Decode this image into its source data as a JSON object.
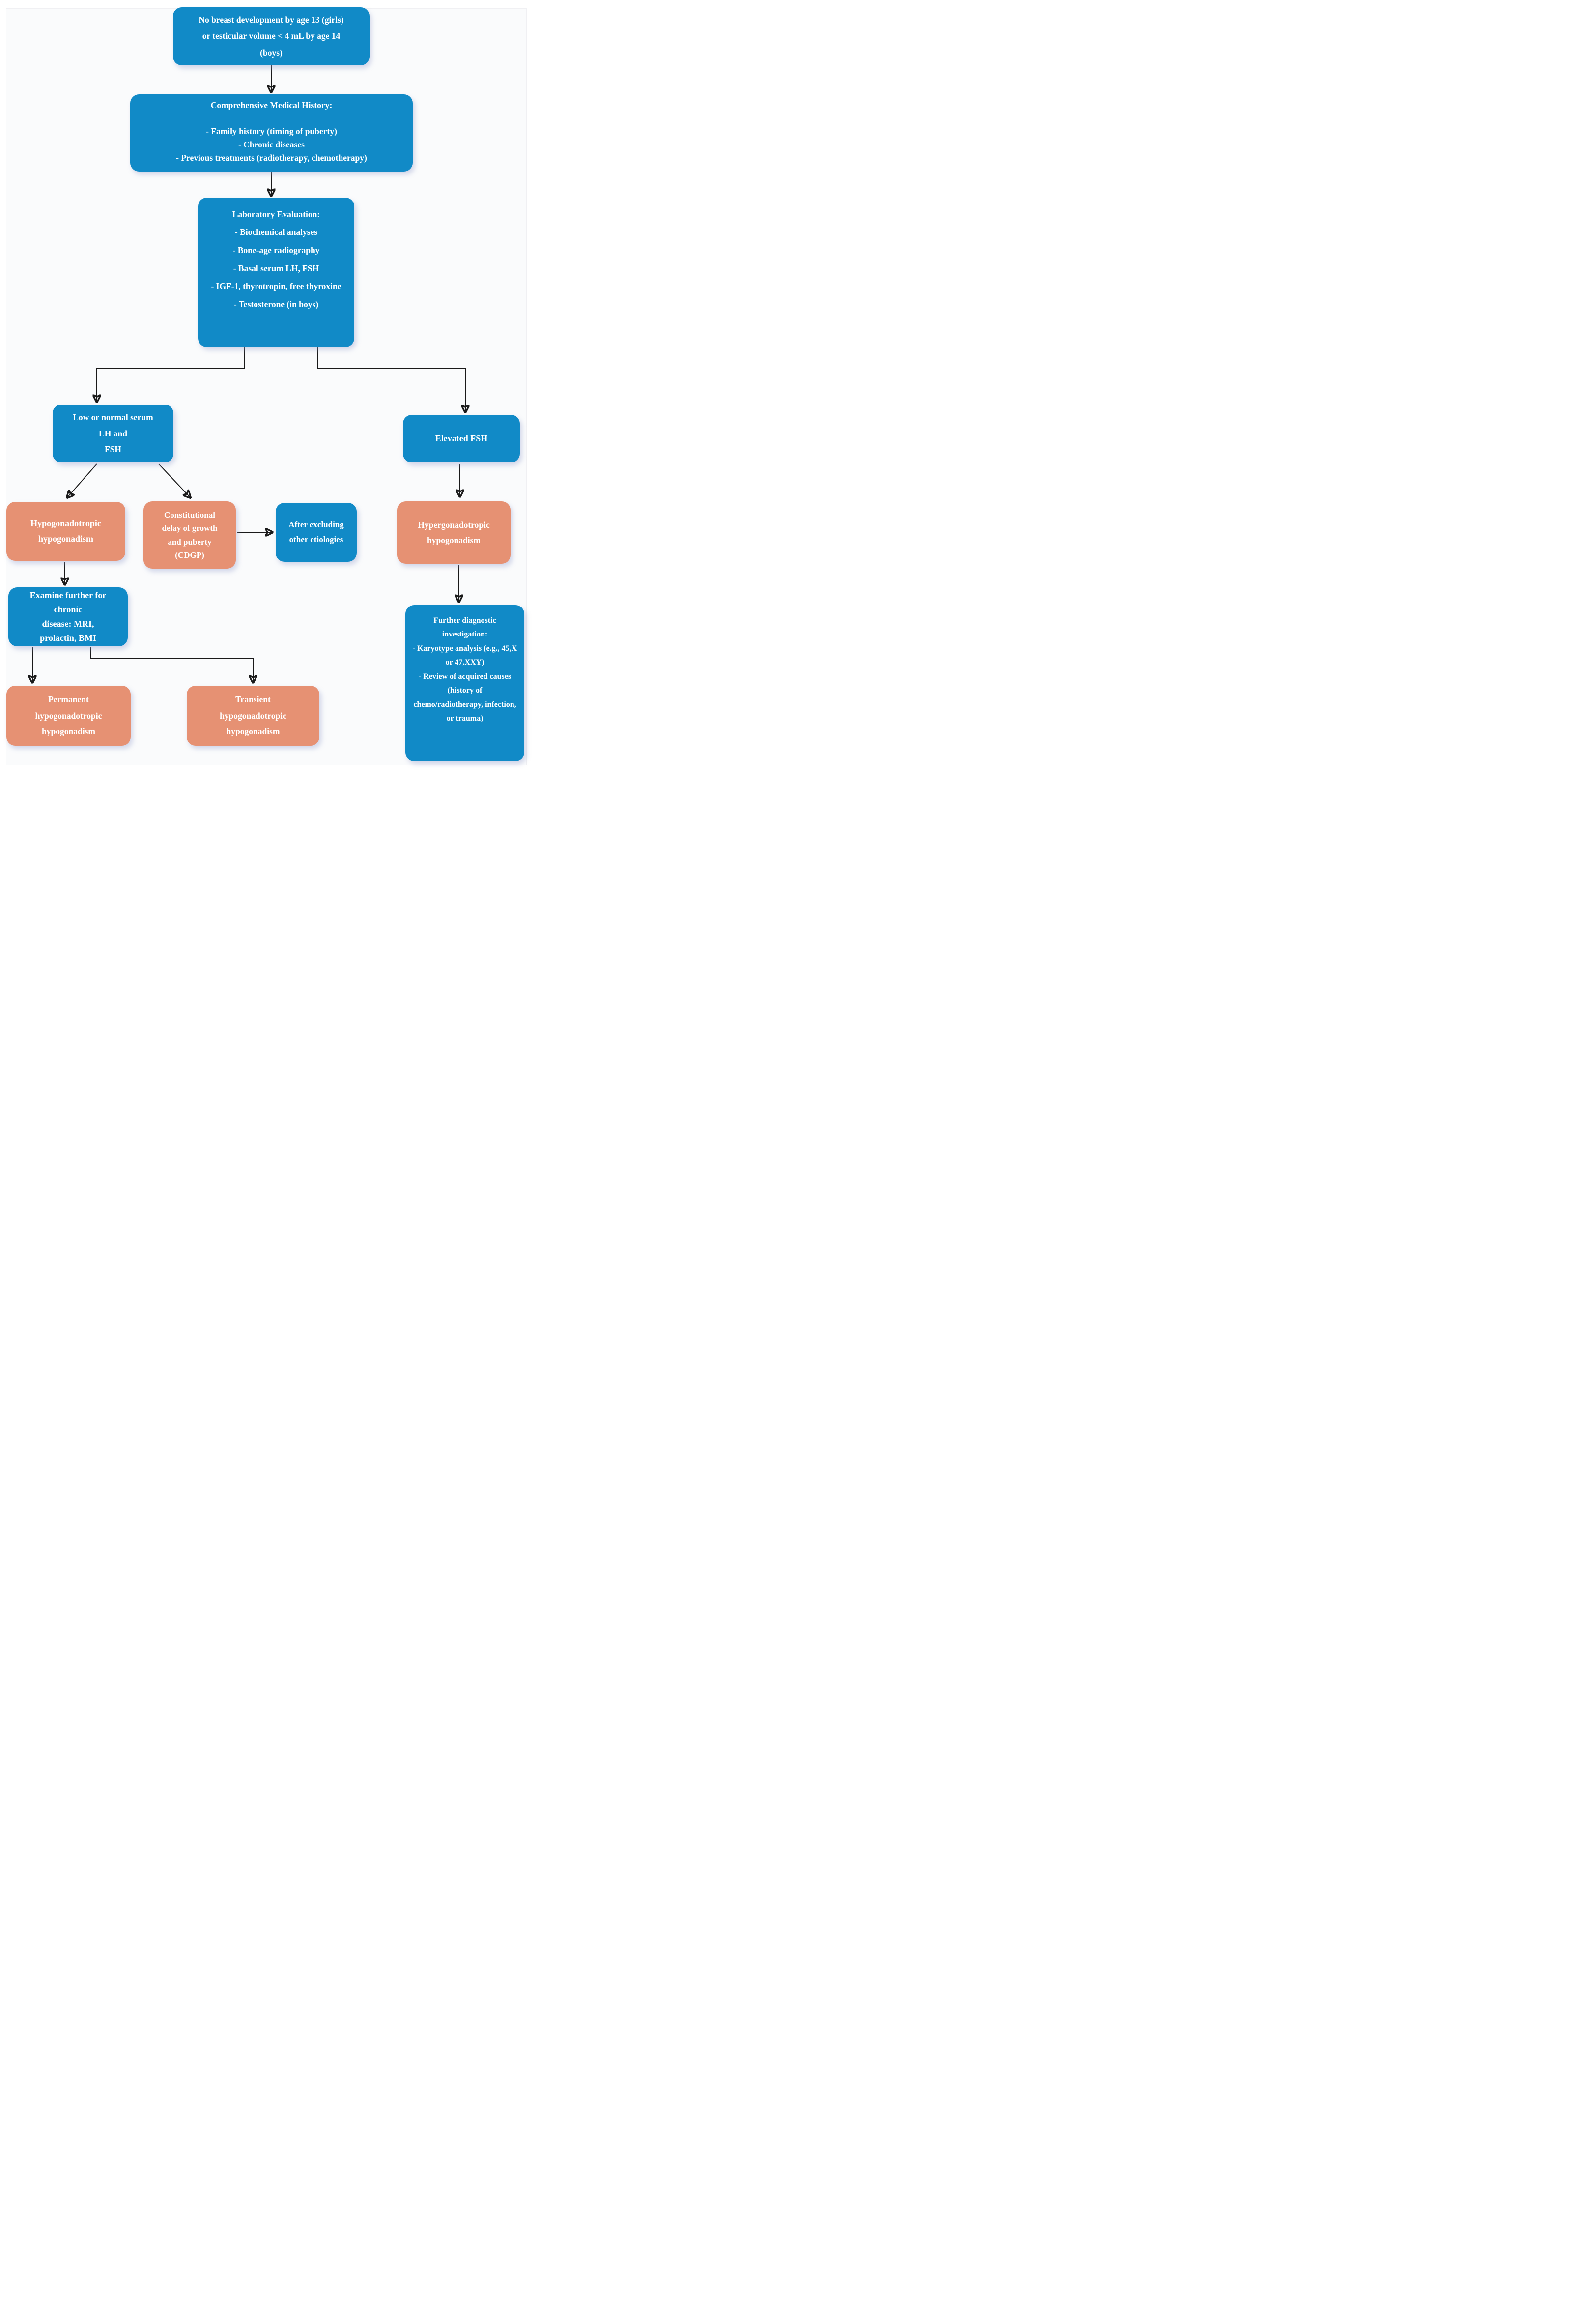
{
  "colors": {
    "node_blue": "#118ac7",
    "node_salmon": "#e69173",
    "arrow_black": "#1a1a1a",
    "text_white": "#ffffff",
    "canvas_background": "#fafbfc"
  },
  "nodes": {
    "onset": {
      "lines": [
        "No breast development by age 13 (girls)",
        "or testicular volume < 4 mL by age 14",
        "(boys)"
      ]
    },
    "history": {
      "title": "Comprehensive Medical History:",
      "items": [
        "- Family history (timing of puberty)",
        "- Chronic diseases",
        "- Previous treatments (radiotherapy, chemotherapy)"
      ]
    },
    "lab": {
      "title": "Laboratory Evaluation:",
      "items": [
        "- Biochemical analyses",
        "- Bone-age radiography",
        "- Basal serum LH, FSH",
        "- IGF-1, thyrotropin, free thyroxine",
        "- Testosterone (in boys)"
      ]
    },
    "low_normal_lh_fsh": {
      "lines": [
        "Low or normal serum",
        "LH and",
        "FSH"
      ]
    },
    "elevated_fsh": {
      "lines": [
        "Elevated FSH"
      ]
    },
    "hypogonadotropic": {
      "lines": [
        "Hypogonadotropic",
        "hypogonadism"
      ]
    },
    "cdgp": {
      "lines": [
        "Constitutional",
        "delay of growth",
        "and puberty",
        "(CDGP)"
      ]
    },
    "after_excluding": {
      "lines": [
        "After excluding",
        "other etiologies"
      ]
    },
    "hypergonadotropic": {
      "lines": [
        "Hypergonadotropic",
        "hypogonadism"
      ]
    },
    "examine_further": {
      "lines": [
        "Examine further for",
        "chronic",
        "disease: MRI,",
        "prolactin, BMI"
      ]
    },
    "further_diagnostic": {
      "title": "Further diagnostic investigation:",
      "items": [
        "- Karyotype analysis (e.g., 45,X or 47,XXY)",
        "- Review of acquired causes (history of chemo/radiotherapy, infection, or trauma)"
      ]
    },
    "permanent": {
      "lines": [
        "Permanent",
        "hypogonadotropic",
        "hypogonadism"
      ]
    },
    "transient": {
      "lines": [
        "Transient",
        "hypogonadotropic",
        "hypogonadism"
      ]
    }
  }
}
